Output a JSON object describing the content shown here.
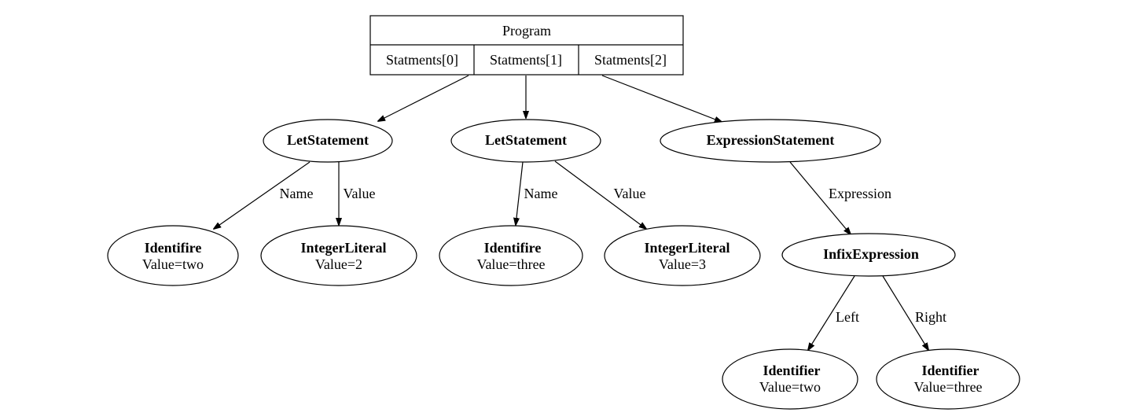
{
  "program": {
    "title": "Program",
    "fields": [
      "Statments[0]",
      "Statments[1]",
      "Statments[2]"
    ]
  },
  "statements": [
    {
      "title": "LetStatement"
    },
    {
      "title": "LetStatement"
    },
    {
      "title": "ExpressionStatement"
    }
  ],
  "leaves": [
    {
      "title": "Identifire",
      "value": "Value=two"
    },
    {
      "title": "IntegerLiteral",
      "value": "Value=2"
    },
    {
      "title": "Identifire",
      "value": "Value=three"
    },
    {
      "title": "IntegerLiteral",
      "value": "Value=3"
    }
  ],
  "infix": {
    "title": "InfixExpression"
  },
  "operands": [
    {
      "title": "Identifier",
      "value": "Value=two"
    },
    {
      "title": "Identifier",
      "value": "Value=three"
    }
  ],
  "edge_labels": {
    "let0_name": "Name",
    "let0_value": "Value",
    "let1_name": "Name",
    "let1_value": "Value",
    "expression": "Expression",
    "left": "Left",
    "right": "Right"
  }
}
